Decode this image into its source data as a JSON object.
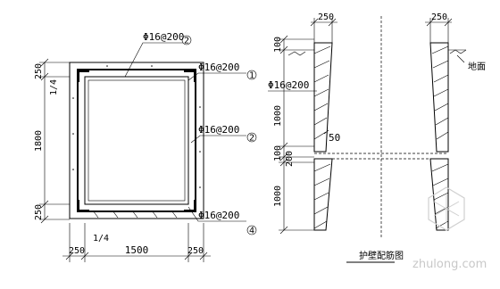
{
  "plan": {
    "rebar_top": "Φ16@200",
    "rebar_right_upper": "Φ16@200",
    "rebar_right_mid": "Φ16@200",
    "rebar_bottom": "Φ16@200",
    "markers": [
      "2",
      "1",
      "2",
      "4"
    ],
    "dim_left_top": "250",
    "dim_left_small": "1/4",
    "dim_left_mid": "1800",
    "dim_left_bottom": "250",
    "dim_bottom_small": "1/4",
    "dim_bottom_left": "250",
    "dim_bottom_mid": "1500",
    "dim_bottom_right": "250"
  },
  "section": {
    "dim_top_left": "250",
    "dim_top_right": "250",
    "dim_side_top": "100",
    "rebar_label": "Φ16@200",
    "dim_side_mid": "1000",
    "dim_side_small1": "100",
    "dim_side_small2": "200",
    "dim_side_bottom": "1000",
    "slope_label": "50",
    "ground_label": "地面",
    "title": "护壁配筋图"
  },
  "watermark": "zhulong.com"
}
